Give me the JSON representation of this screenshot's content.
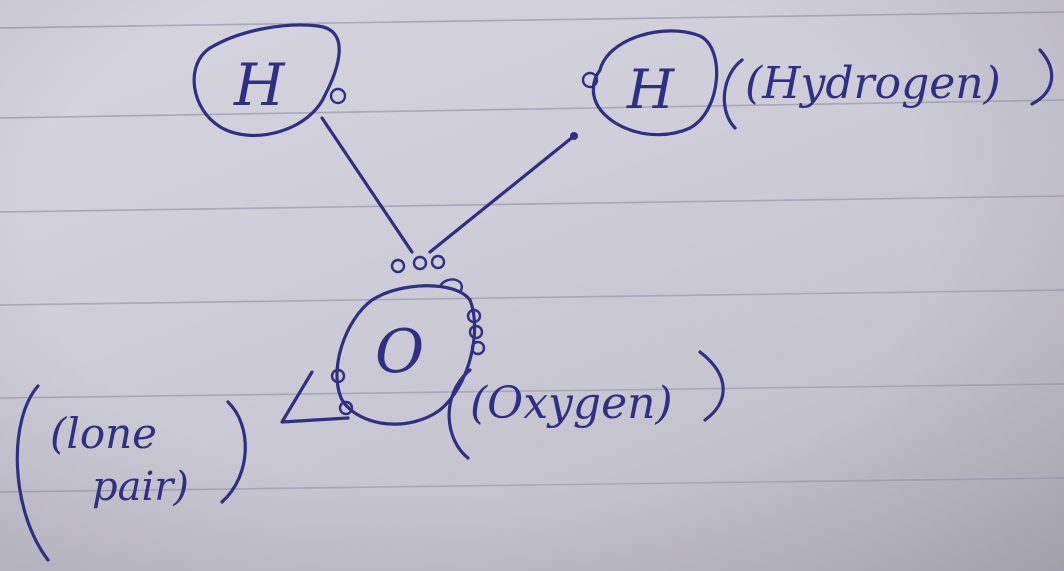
{
  "note": {
    "atoms": [
      {
        "symbol": "H",
        "label": "(Hydrogen)"
      },
      {
        "symbol": "H",
        "label": ""
      },
      {
        "symbol": "O",
        "label": "(Oxygen)"
      }
    ],
    "lone_pair_label": [
      "(lone",
      "pair)"
    ]
  },
  "colors": {
    "ink": "#2f2f86",
    "paper": "#d2d1da",
    "ruling": "#a9a7b8"
  }
}
